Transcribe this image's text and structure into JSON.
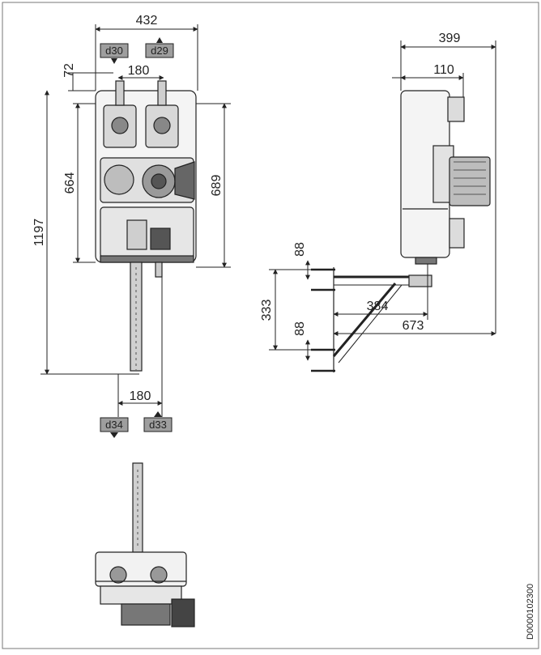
{
  "dimensions": {
    "overall_width": "432",
    "top_offset": "72",
    "top_connection_spacing": "180",
    "total_height": "1197",
    "body_height": "664",
    "front_height": "689",
    "bottom_connection_spacing": "180",
    "side_depth": "399",
    "side_offset": "110",
    "upper_bracket_spacing": "88",
    "bracket_height": "333",
    "lower_bracket_spacing": "88",
    "arm_depth": "384",
    "total_depth": "673"
  },
  "connections": {
    "d30": "d30",
    "d29": "d29",
    "d34": "d34",
    "d33": "d33"
  },
  "drawing_code": "D0000102300",
  "colors": {
    "line": "#222222",
    "tag_fill": "#9e9e9e",
    "part_fill": "#e6e6e6",
    "dark_part": "#555555"
  }
}
